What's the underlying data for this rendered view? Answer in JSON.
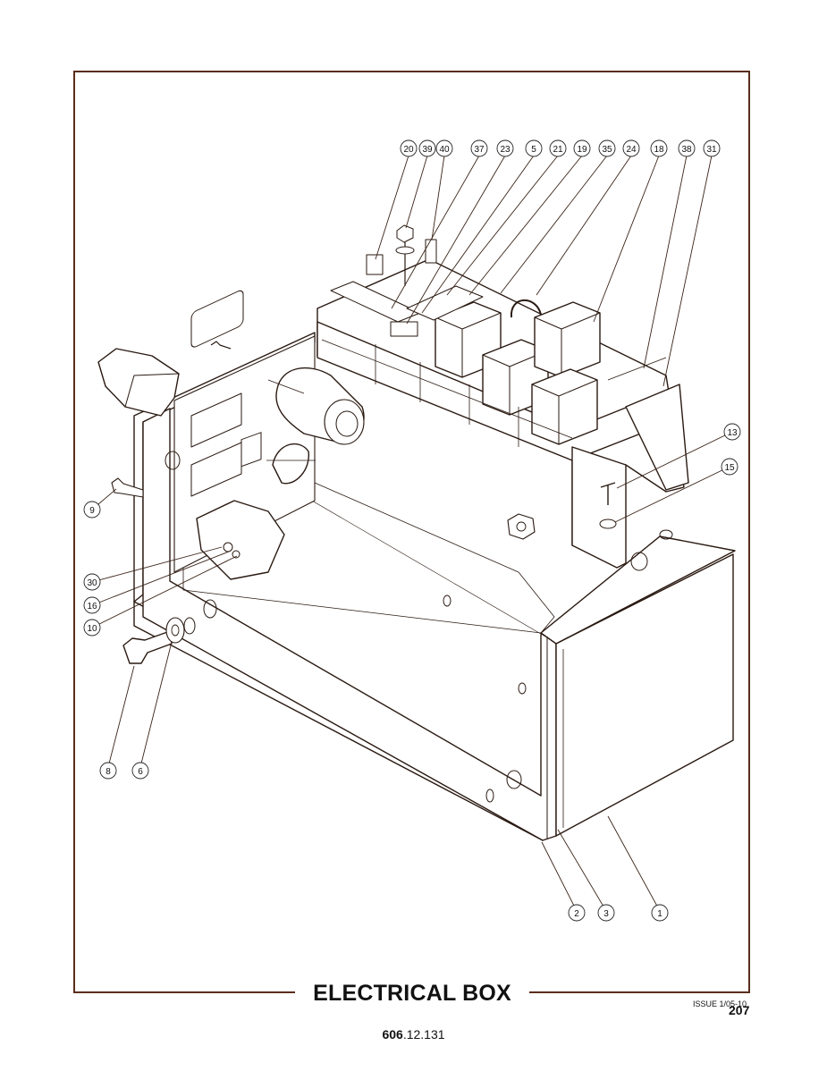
{
  "title": "ELECTRICAL BOX",
  "issue": "ISSUE 1/05-10",
  "page_number": "207",
  "part_number_bold": "606",
  "part_number_rest": ".12.131",
  "callouts": [
    "20",
    "39",
    "40",
    "37",
    "23",
    "5",
    "21",
    "19",
    "35",
    "24",
    "18",
    "38",
    "31",
    "13",
    "15",
    "9",
    "30",
    "16",
    "10",
    "8",
    "6",
    "2",
    "3",
    "1"
  ],
  "colors": {
    "frame": "#5a2d1c",
    "line": "#2a1a12",
    "leader": "#3a2418"
  }
}
